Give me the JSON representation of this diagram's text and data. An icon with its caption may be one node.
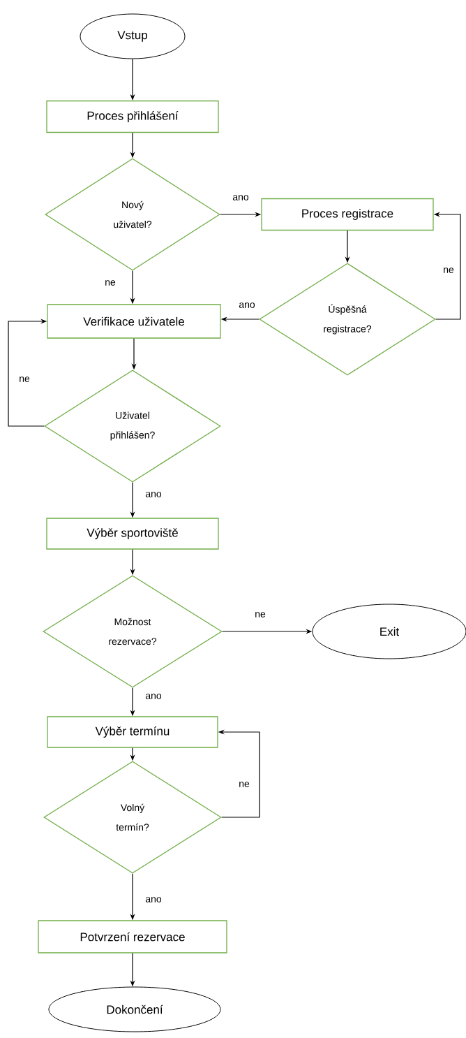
{
  "diagram": {
    "nodes": [
      {
        "text": [
          "Vstup"
        ]
      },
      {
        "text": [
          "Proces přihlášení"
        ]
      },
      {
        "text": [
          "Nový uživatel?"
        ]
      },
      {
        "text": [
          "Proces registrace"
        ]
      },
      {
        "text": [
          "Úspěšná registrace?"
        ]
      },
      {
        "text": [
          "Verifikace uživatele"
        ]
      },
      {
        "text": [
          "Uživatel přihlášen?"
        ]
      },
      {
        "text": [
          "Výběr sportoviště"
        ]
      },
      {
        "text": [
          "Možnost rezervace?"
        ]
      },
      {
        "text": [
          "Exit"
        ]
      },
      {
        "text": [
          "Výběr termínu"
        ]
      },
      {
        "text": [
          "Volný termín?"
        ]
      },
      {
        "text": [
          "Potvrzení rezervace"
        ]
      },
      {
        "text": [
          "Dokončení"
        ]
      }
    ],
    "edges": [
      {
        "from": 0,
        "to": 1,
        "arrow": "to"
      },
      {
        "from": 1,
        "to": 2,
        "arrow": "to"
      },
      {
        "from": 2,
        "to": 3,
        "label": "ano",
        "arrow": "to"
      },
      {
        "from": 2,
        "to": 5,
        "label": "ne",
        "arrow": "to"
      },
      {
        "from": 3,
        "to": 4,
        "arrow": "to"
      },
      {
        "from": 4,
        "to": 5,
        "label": "ano",
        "arrow": "to"
      },
      {
        "from": 4,
        "to": 3,
        "label": "ne",
        "arrow": "to"
      },
      {
        "from": 5,
        "to": 6,
        "arrow": "to"
      },
      {
        "from": 6,
        "to": 5,
        "label": "ne",
        "arrow": "to"
      },
      {
        "from": 6,
        "to": 7,
        "label": "ano",
        "arrow": "to"
      },
      {
        "from": 7,
        "to": 8,
        "arrow": "to"
      },
      {
        "from": 8,
        "to": 9,
        "label": "ne",
        "arrow": "to"
      },
      {
        "from": 8,
        "to": 10,
        "label": "ano",
        "arrow": "to"
      },
      {
        "from": 10,
        "to": 11,
        "arrow": "to"
      },
      {
        "from": 11,
        "to": 10,
        "label": "ne",
        "arrow": "to"
      },
      {
        "from": 11,
        "to": 12,
        "label": "ano",
        "arrow": "to"
      },
      {
        "from": 12,
        "to": 13,
        "arrow": "to"
      }
    ]
  }
}
